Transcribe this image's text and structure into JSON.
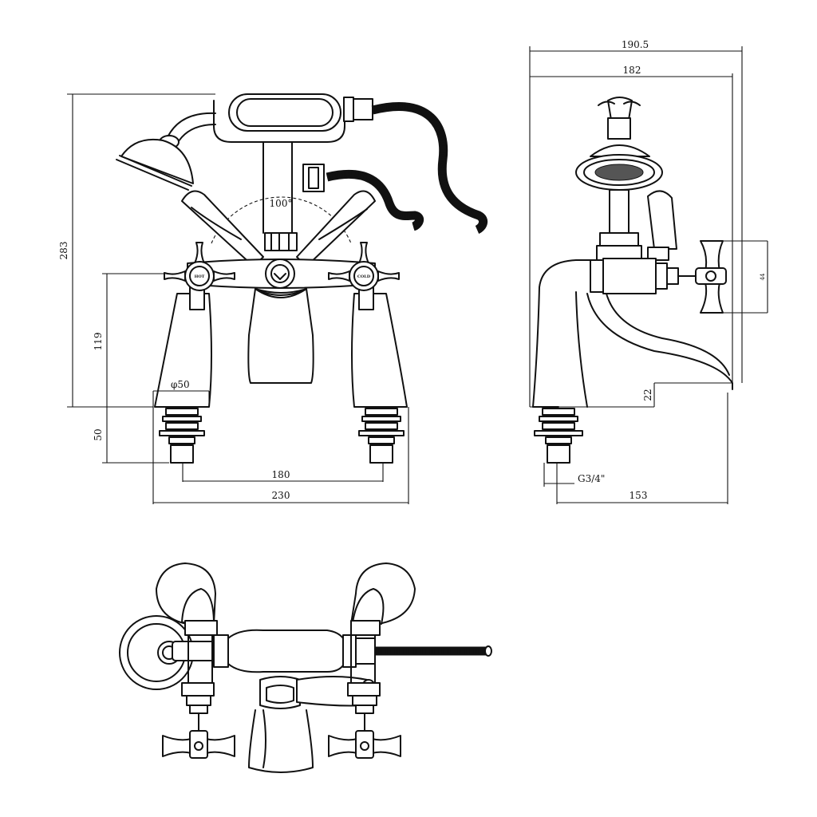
{
  "dimensions": {
    "total_height": "283",
    "lever_height": "119",
    "tail_length": "50",
    "base_diameter": "φ50",
    "centers": "180",
    "overall_width": "230",
    "swing_angle": "100°",
    "side_overall_depth": "190.5",
    "side_body_depth": "182",
    "handle_height": "44",
    "spout_clearance": "22",
    "thread_size": "G3/4\"",
    "spout_reach": "153"
  },
  "handle_labels": {
    "hot": "HOT",
    "cold": "COLD"
  }
}
